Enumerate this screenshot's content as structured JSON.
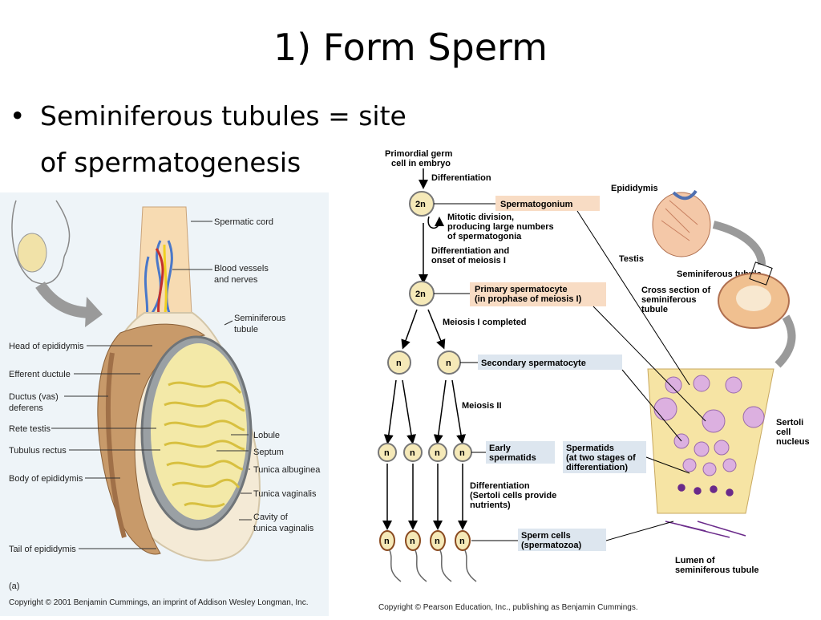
{
  "slide": {
    "title": "1) Form Sperm",
    "bullet_line1": "Seminiferous tubules = site",
    "bullet_line2": "of spermatogenesis",
    "bullet_marker": "•"
  },
  "left_figure": {
    "labels": {
      "spermatic_cord": "Spermatic cord",
      "blood_vessels_1": "Blood vessels",
      "blood_vessels_2": "and nerves",
      "seminiferous_1": "Seminiferous",
      "seminiferous_2": "tubule",
      "head_epididymis": "Head of epididymis",
      "efferent_ductule": "Efferent ductule",
      "ductus_1": "Ductus (vas)",
      "ductus_2": "deferens",
      "rete_testis": "Rete testis",
      "tubulus_rectus": "Tubulus rectus",
      "body_epididymis": "Body of epididymis",
      "lobule": "Lobule",
      "septum": "Septum",
      "tunica_albuginea": "Tunica albuginea",
      "tunica_vaginalis": "Tunica vaginalis",
      "cavity_1": "Cavity of",
      "cavity_2": "tunica vaginalis",
      "tail_epididymis": "Tail of epididymis",
      "panel": "(a)"
    },
    "copyright": "Copyright © 2001 Benjamin Cummings, an imprint of Addison Wesley Longman, Inc."
  },
  "right_figure": {
    "labels": {
      "primordial_1": "Primordial germ",
      "primordial_2": "cell in embryo",
      "differentiation": "Differentiation",
      "spermatogonium": "Spermatogonium",
      "mitotic_1": "Mitotic division,",
      "mitotic_2": "producing large numbers",
      "mitotic_3": "of spermatogonia",
      "diff_meiosis_1": "Differentiation and",
      "diff_meiosis_2": "onset of meiosis I",
      "primary_1": "Primary spermatocyte",
      "primary_2": "(in prophase of meiosis I)",
      "meiosis1": "Meiosis I completed",
      "secondary": "Secondary spermatocyte",
      "meiosis2": "Meiosis II",
      "early_1": "Early",
      "early_2": "spermatids",
      "spermatids_1": "Spermatids",
      "spermatids_2": "(at two stages of",
      "spermatids_3": "differentiation)",
      "diff_sertoli_1": "Differentiation",
      "diff_sertoli_2": "(Sertoli cells provide",
      "diff_sertoli_3": "nutrients)",
      "sperm_1": "Sperm cells",
      "sperm_2": "(spermatozoa)",
      "epididymis": "Epididymis",
      "testis": "Testis",
      "seminiferous": "Seminiferous tubule",
      "cross_1": "Cross section of",
      "cross_2": "seminiferous",
      "cross_3": "tubule",
      "sertoli_1": "Sertoli",
      "sertoli_2": "cell",
      "sertoli_3": "nucleus",
      "lumen_1": "Lumen of",
      "lumen_2": "seminiferous tubule",
      "cell_2n": "2n",
      "cell_n": "n"
    },
    "copyright": "Copyright © Pearson Education, Inc., publishing as Benjamin Cummings."
  }
}
